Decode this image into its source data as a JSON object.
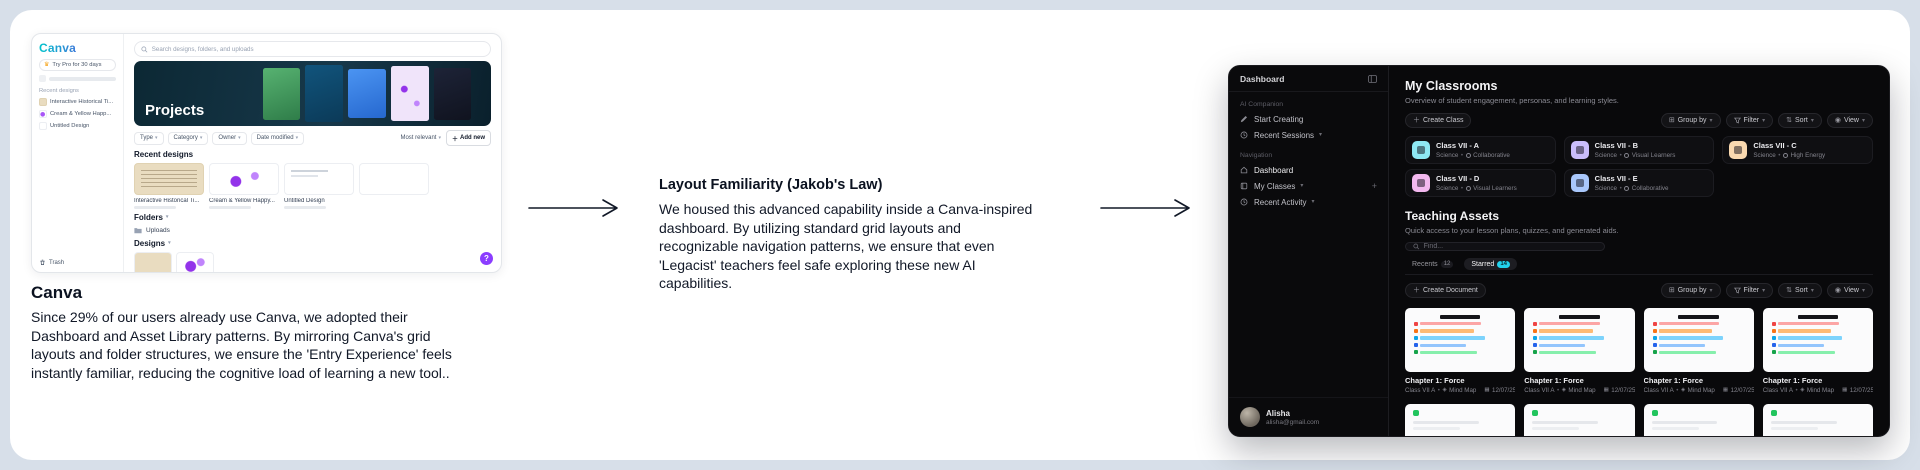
{
  "canva": {
    "logo": "Canva",
    "try_pro": "Try Pro for 30 days",
    "search_placeholder": "Search designs, folders, and uploads",
    "banner_title": "Projects",
    "filters": {
      "type": "Type",
      "category": "Category",
      "owner": "Owner",
      "date": "Date modified"
    },
    "sort_label": "Most relevant",
    "add_new": "Add new",
    "sidebar": {
      "recent_label": "Recent designs",
      "items": [
        "Interactive Historical Ti...",
        "Cream & Yellow Happ...",
        "Untitled Design"
      ],
      "trash": "Trash"
    },
    "sections": {
      "recent": "Recent designs",
      "folders": "Folders",
      "designs": "Designs"
    },
    "recent_cards": [
      {
        "title": "Interactive Historical Ti..."
      },
      {
        "title": "Cream & Yellow Happy..."
      },
      {
        "title": "Untitled Design"
      }
    ],
    "folder_item": "Uploads",
    "help_label": "?"
  },
  "caption": {
    "title": "Canva",
    "body": "Since 29% of our users already use Canva, we adopted their\nDashboard and Asset Library patterns. By mirroring Canva's grid\nlayouts and folder structures, we ensure the 'Entry Experience' feels\ninstantly familiar, reducing the cognitive load of learning a new tool.."
  },
  "note": {
    "title": "Layout Familiarity (Jakob's Law)",
    "body": "We housed this advanced capability inside a Canva-inspired\ndashboard. By utilizing standard grid layouts and\nrecognizable navigation patterns, we ensure that even\n'Legacist' teachers feel safe exploring these new AI\ncapabilities."
  },
  "dash": {
    "sidebar": {
      "title": "Dashboard",
      "ai_label": "AI Companion",
      "item_start": "Start Creating",
      "item_sessions": "Recent Sessions",
      "nav_label": "Navigation",
      "item_dashboard": "Dashboard",
      "item_classes": "My Classes",
      "item_activity": "Recent Activity",
      "user_name": "Alisha",
      "user_email": "alisha@gmail.com"
    },
    "classrooms": {
      "title": "My Classrooms",
      "subtitle": "Overview of student engagement, personas, and learning styles.",
      "create": "Create Class",
      "classes": [
        {
          "name": "Class VII - A",
          "subject": "Science",
          "tag": "Collaborative",
          "color": "#8ee8f3"
        },
        {
          "name": "Class VII - B",
          "subject": "Science",
          "tag": "Visual Learners",
          "color": "#cabdfb"
        },
        {
          "name": "Class VII - C",
          "subject": "Science",
          "tag": "High Energy",
          "color": "#fad9b0"
        },
        {
          "name": "Class VII - D",
          "subject": "Science",
          "tag": "Visual Learners",
          "color": "#f3b8ef"
        },
        {
          "name": "Class VII - E",
          "subject": "Science",
          "tag": "Collaborative",
          "color": "#a9c7fb"
        }
      ]
    },
    "toolbar": {
      "group": "Group by",
      "filter": "Filter",
      "sort": "Sort",
      "view": "View"
    },
    "assets": {
      "title": "Teaching Assets",
      "subtitle": "Quick access to your lesson plans, quizzes, and generated aids.",
      "search_placeholder": "Find...",
      "tab_recents": "Recents",
      "tab_recents_count": "12",
      "tab_starred": "Starred",
      "tab_starred_count": "14",
      "create": "Create Document",
      "doc": {
        "title": "Chapter 1: Force",
        "class": "Class VII A",
        "type": "Mind Map",
        "date": "12/07/25"
      }
    }
  },
  "accent": {
    "cyan": "#22d3ee",
    "purple": "#8b3dff"
  }
}
